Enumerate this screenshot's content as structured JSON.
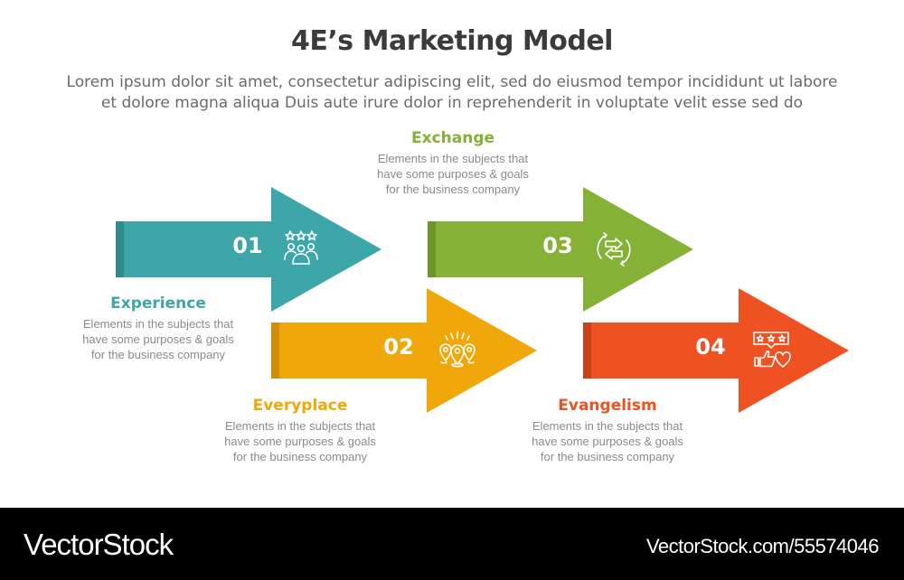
{
  "header": {
    "title": "4E’s Marketing Model",
    "subtitle_line1": "Lorem ipsum dolor sit amet, consectetur adipiscing elit, sed do eiusmod tempor incididunt ut labore",
    "subtitle_line2": "et dolore magna aliqua Duis aute irure dolor in reprehenderit in voluptate velit esse sed do"
  },
  "steps": [
    {
      "number": "01",
      "title": "Experience",
      "desc_line1": "Elements in the subjects that",
      "desc_line2": "have  some purposes & goals",
      "desc_line3": "for the  business company",
      "icon": "people-rating-icon",
      "color": "#3ca6a8",
      "stripe_color": "#2f8a8c"
    },
    {
      "number": "02",
      "title": "Everyplace",
      "desc_line1": "Elements in the subjects that",
      "desc_line2": "have  some purposes & goals",
      "desc_line3": "for the  business company",
      "icon": "location-pins-icon",
      "color": "#f0a70a",
      "stripe_color": "#cf8f08"
    },
    {
      "number": "03",
      "title": "Exchange",
      "desc_line1": "Elements in the subjects that",
      "desc_line2": "have  some purposes & goals",
      "desc_line3": "for the  business company",
      "icon": "exchange-arrows-icon",
      "color": "#85b236",
      "stripe_color": "#6c942a"
    },
    {
      "number": "04",
      "title": "Evangelism",
      "desc_line1": "Elements in the subjects that",
      "desc_line2": "have  some purposes & goals",
      "desc_line3": "for the  business company",
      "icon": "review-like-heart-icon",
      "color": "#ee5122",
      "stripe_color": "#c9401a"
    }
  ],
  "footer": {
    "brand": "VectorStock",
    "url": "VectorStock.com/55574046"
  }
}
